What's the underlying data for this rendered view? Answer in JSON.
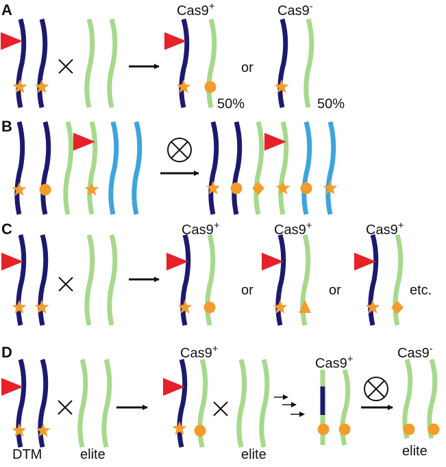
{
  "colors": {
    "dark_chromosome": "#1c1a6e",
    "green_chromosome": "#a6d98c",
    "blue_chromosome": "#3da4dc",
    "cas9_marker": "#e8202a",
    "allele_marker": "#f39c2b",
    "arrow": "#111111"
  },
  "panels": {
    "A": {
      "letter": "A",
      "labels": {
        "cas9_pos": "Cas9",
        "cas9_neg": "Cas9",
        "plus": "+",
        "minus": "-",
        "or": "or",
        "pct1": "50%",
        "pct2": "50%"
      }
    },
    "B": {
      "letter": "B"
    },
    "C": {
      "letter": "C",
      "labels": {
        "cas9_1": "Cas9",
        "cas9_2": "Cas9",
        "cas9_3": "Cas9",
        "plus": "+",
        "or1": "or",
        "or2": "or",
        "etc": "etc."
      }
    },
    "D": {
      "letter": "D",
      "labels": {
        "cas9_1": "Cas9",
        "cas9_2": "Cas9",
        "cas9_3": "Cas9",
        "plus": "+",
        "minus": "-",
        "dtm": "DTM",
        "elite1": "elite",
        "elite2": "elite",
        "elite3": "elite"
      }
    }
  },
  "symbols": {
    "cross": "×",
    "self_cross_icon": "circled-x-icon"
  }
}
